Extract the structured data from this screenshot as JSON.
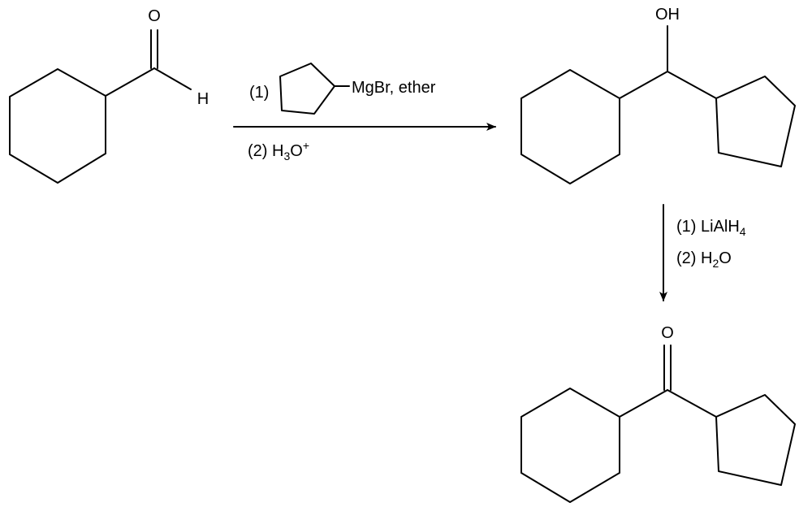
{
  "colors": {
    "line": "#000000",
    "background": "#ffffff"
  },
  "atoms": {
    "aldehyde_oxygen": "O",
    "aldehyde_hydrogen": "H",
    "alcohol_hydroxyl": "OH",
    "ketone_oxygen": "O"
  },
  "step1": {
    "reagent1_num": "(1)",
    "grignard_metal": "MgBr, ether",
    "reagent2_num": "(2)",
    "acid_main": "H",
    "acid_sub": "3",
    "acid_rest": "O",
    "acid_sup": "+"
  },
  "step2": {
    "reagent1_main": "(1) LiAlH",
    "reagent1_sub": "4",
    "reagent2_main": "(2) H",
    "reagent2_sub": "2",
    "reagent2_rest": "O"
  }
}
